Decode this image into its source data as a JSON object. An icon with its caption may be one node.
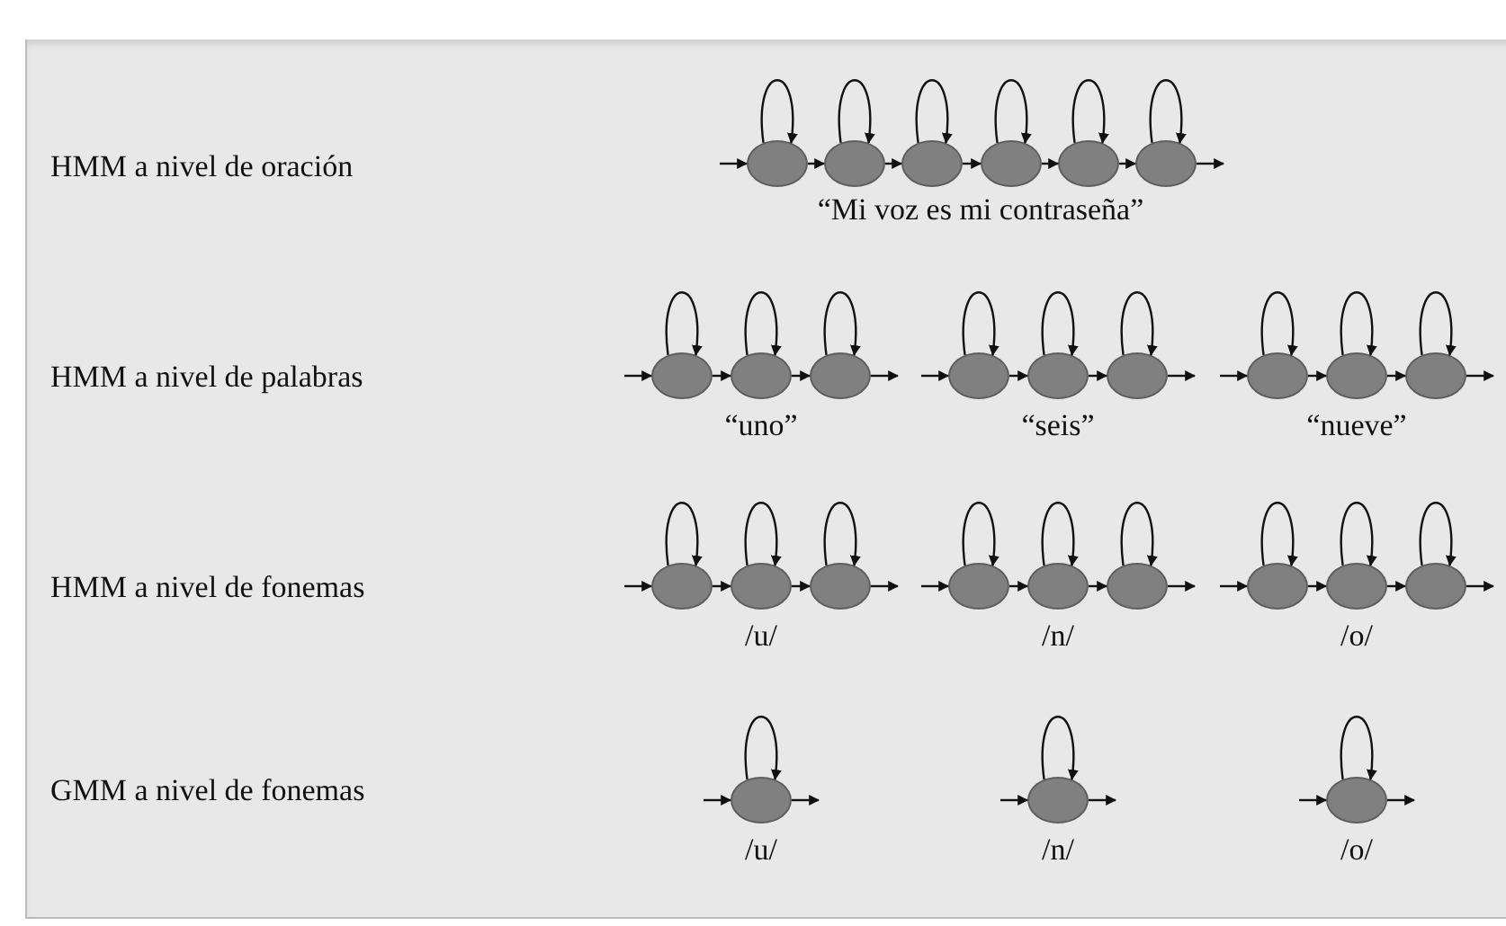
{
  "diagram": {
    "nodes": [
      {
        "text": [],
        "shape": "circle"
      },
      {
        "text": [],
        "shape": "circle"
      },
      {
        "text": [],
        "shape": "circle"
      },
      {
        "text": [],
        "shape": "circle"
      },
      {
        "text": [],
        "shape": "circle"
      },
      {
        "text": [],
        "shape": "circle"
      },
      {
        "text": [],
        "shape": "circle"
      },
      {
        "text": [],
        "shape": "circle"
      },
      {
        "text": [],
        "shape": "circle"
      },
      {
        "text": [],
        "shape": "circle"
      },
      {
        "text": [],
        "shape": "circle"
      },
      {
        "text": [],
        "shape": "circle"
      },
      {
        "text": [],
        "shape": "circle"
      },
      {
        "text": [],
        "shape": "circle"
      },
      {
        "text": [],
        "shape": "circle"
      },
      {
        "text": [],
        "shape": "circle"
      },
      {
        "text": [],
        "shape": "circle"
      },
      {
        "text": [],
        "shape": "circle"
      },
      {
        "text": [],
        "shape": "circle"
      },
      {
        "text": [],
        "shape": "circle"
      },
      {
        "text": [],
        "shape": "circle"
      },
      {
        "text": [],
        "shape": "circle"
      },
      {
        "text": [],
        "shape": "circle"
      },
      {
        "text": [],
        "shape": "circle"
      },
      {
        "text": [],
        "shape": "circle",
        "beside": [
          "/u/"
        ]
      },
      {
        "text": [],
        "shape": "circle",
        "beside": [
          "/n/"
        ]
      },
      {
        "text": [],
        "shape": "circle",
        "beside": [
          "/o/"
        ]
      }
    ],
    "edges": [
      {
        "from": null,
        "to": 0,
        "arrow": "to"
      },
      {
        "from": 0,
        "to": 0,
        "arrow": "to"
      },
      {
        "from": 0,
        "to": 1,
        "arrow": "to"
      },
      {
        "from": 1,
        "to": 1,
        "arrow": "to"
      },
      {
        "from": 1,
        "to": 2,
        "arrow": "to"
      },
      {
        "from": 2,
        "to": 2,
        "arrow": "to"
      },
      {
        "from": 2,
        "to": 3,
        "arrow": "to"
      },
      {
        "from": 3,
        "to": 3,
        "arrow": "to"
      },
      {
        "from": 3,
        "to": 4,
        "arrow": "to"
      },
      {
        "from": 4,
        "to": 4,
        "arrow": "to"
      },
      {
        "from": 4,
        "to": 5,
        "arrow": "to"
      },
      {
        "from": 5,
        "to": 5,
        "arrow": "to"
      },
      {
        "from": 5,
        "to": null,
        "arrow": "to"
      },
      {
        "from": null,
        "to": 6,
        "arrow": "to"
      },
      {
        "from": 6,
        "to": 6,
        "arrow": "to"
      },
      {
        "from": 6,
        "to": 7,
        "arrow": "to"
      },
      {
        "from": 7,
        "to": 7,
        "arrow": "to"
      },
      {
        "from": 7,
        "to": 8,
        "arrow": "to"
      },
      {
        "from": 8,
        "to": 8,
        "arrow": "to"
      },
      {
        "from": 8,
        "to": null,
        "arrow": "to"
      },
      {
        "from": null,
        "to": 9,
        "arrow": "to"
      },
      {
        "from": 9,
        "to": 9,
        "arrow": "to"
      },
      {
        "from": 9,
        "to": 10,
        "arrow": "to"
      },
      {
        "from": 10,
        "to": 10,
        "arrow": "to"
      },
      {
        "from": 10,
        "to": 11,
        "arrow": "to"
      },
      {
        "from": 11,
        "to": 11,
        "arrow": "to"
      },
      {
        "from": 11,
        "to": null,
        "arrow": "to"
      },
      {
        "from": null,
        "to": 12,
        "arrow": "to"
      },
      {
        "from": 12,
        "to": 12,
        "arrow": "to"
      },
      {
        "from": 12,
        "to": 13,
        "arrow": "to"
      },
      {
        "from": 13,
        "to": 13,
        "arrow": "to"
      },
      {
        "from": 13,
        "to": 14,
        "arrow": "to"
      },
      {
        "from": 14,
        "to": 14,
        "arrow": "to"
      },
      {
        "from": 14,
        "to": null,
        "arrow": "to"
      },
      {
        "from": null,
        "to": 15,
        "arrow": "to"
      },
      {
        "from": 15,
        "to": 15,
        "arrow": "to"
      },
      {
        "from": 15,
        "to": 16,
        "arrow": "to"
      },
      {
        "from": 16,
        "to": 16,
        "arrow": "to"
      },
      {
        "from": 16,
        "to": 17,
        "arrow": "to"
      },
      {
        "from": 17,
        "to": 17,
        "arrow": "to"
      },
      {
        "from": 17,
        "to": null,
        "arrow": "to"
      },
      {
        "from": null,
        "to": 18,
        "arrow": "to"
      },
      {
        "from": 18,
        "to": 18,
        "arrow": "to"
      },
      {
        "from": 18,
        "to": 19,
        "arrow": "to"
      },
      {
        "from": 19,
        "to": 19,
        "arrow": "to"
      },
      {
        "from": 19,
        "to": 20,
        "arrow": "to"
      },
      {
        "from": 20,
        "to": 20,
        "arrow": "to"
      },
      {
        "from": 20,
        "to": null,
        "arrow": "to"
      },
      {
        "from": null,
        "to": 21,
        "arrow": "to"
      },
      {
        "from": 21,
        "to": 21,
        "arrow": "to"
      },
      {
        "from": 21,
        "to": 22,
        "arrow": "to"
      },
      {
        "from": 22,
        "to": 22,
        "arrow": "to"
      },
      {
        "from": 22,
        "to": 23,
        "arrow": "to"
      },
      {
        "from": 23,
        "to": 23,
        "arrow": "to"
      },
      {
        "from": 23,
        "to": null,
        "arrow": "to"
      },
      {
        "from": null,
        "to": 24,
        "arrow": "to"
      },
      {
        "from": 24,
        "to": 24,
        "arrow": "to"
      },
      {
        "from": 24,
        "to": null,
        "arrow": "to"
      },
      {
        "from": null,
        "to": 25,
        "arrow": "to"
      },
      {
        "from": 25,
        "to": 25,
        "arrow": "to"
      },
      {
        "from": 25,
        "to": null,
        "arrow": "to"
      },
      {
        "from": null,
        "to": 26,
        "arrow": "to"
      },
      {
        "from": 26,
        "to": 26,
        "arrow": "to"
      },
      {
        "from": 26,
        "to": null,
        "arrow": "to"
      }
    ],
    "labels": [
      "HMM a nivel de oración",
      "“Mi voz es mi contraseña”",
      "HMM a nivel de palabras",
      "“uno”",
      "“seis”",
      "“nueve”",
      "HMM a nivel de fonemas",
      "/u/",
      "/n/",
      "/o/",
      "GMM a nivel de fonemas"
    ]
  }
}
